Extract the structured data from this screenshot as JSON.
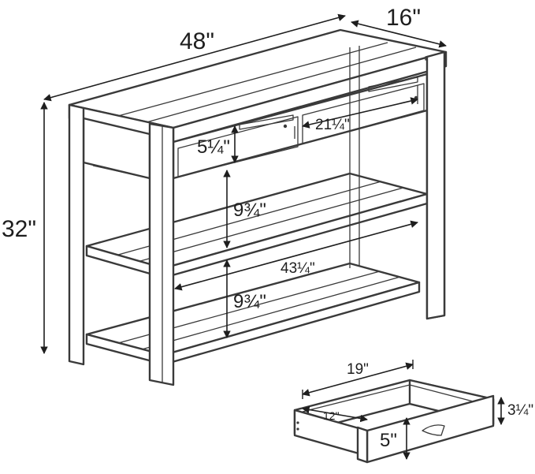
{
  "labels": {
    "width": "48\"",
    "depth": "16\"",
    "height": "32\"",
    "drawer_opening_width": "21¼\"",
    "drawer_opening_height": "5¼\"",
    "shelf_gap_upper": "9¾\"",
    "shelf_inner_width": "43¼\"",
    "shelf_gap_lower": "9¾\"",
    "drawer_depth": "19\"",
    "drawer_inner_depth": "12\"",
    "drawer_inner_height": "3¼\"",
    "drawer_front_height": "5\""
  },
  "colors": {
    "line": "#3a3a3a",
    "text": "#1e1e1e",
    "background": "#ffffff"
  }
}
